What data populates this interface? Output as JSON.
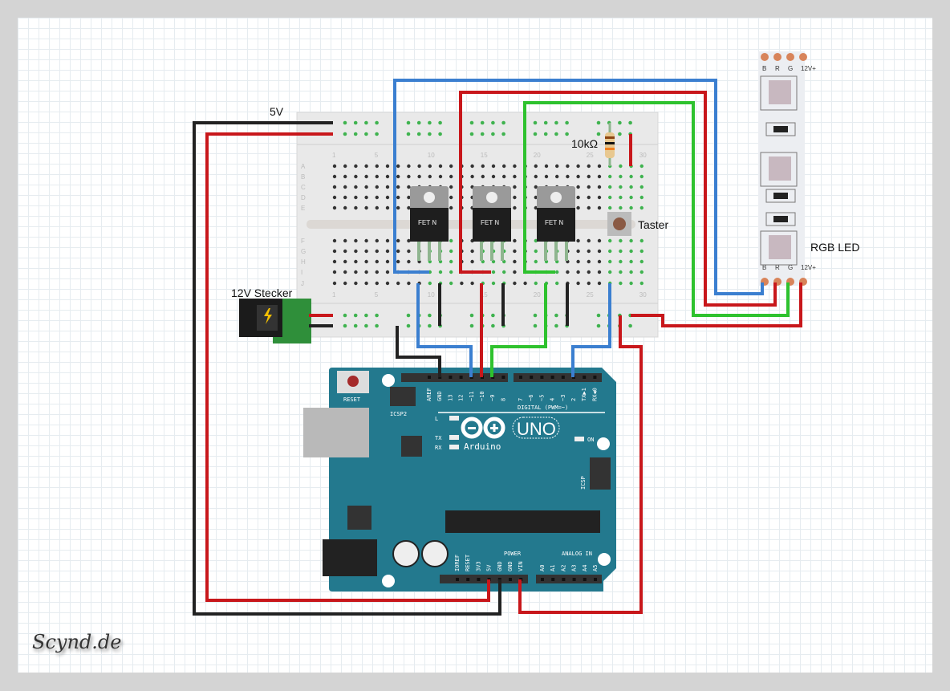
{
  "labels": {
    "five_volt": "5V",
    "jack": "12V Stecker",
    "resistor": "10kΩ",
    "button": "Taster",
    "led": "RGB LED"
  },
  "fets": [
    "FET N",
    "FET N",
    "FET N"
  ],
  "breadboard": {
    "rows_top": [
      "A",
      "B",
      "C",
      "D",
      "E"
    ],
    "rows_bottom": [
      "F",
      "G",
      "H",
      "I",
      "J"
    ],
    "col_numbers": [
      "1",
      "5",
      "10",
      "15",
      "20",
      "25",
      "30"
    ]
  },
  "led_strip": {
    "pads": [
      "B",
      "R",
      "G",
      "12V+"
    ]
  },
  "arduino": {
    "reset": "RESET",
    "icsp2": "ICSP2",
    "icsp": "ICSP",
    "digital_header": [
      "AREF",
      "GND",
      "13",
      "12",
      "~11",
      "~10",
      "~9",
      "8",
      "7",
      "~6",
      "~5",
      "4",
      "~3",
      "2",
      "TX▶1",
      "RX◀0"
    ],
    "digital_label": "DIGITAL (PWM=~)",
    "leds": [
      "L",
      "TX",
      "RX",
      "ON"
    ],
    "brand": "Arduino",
    "model": "UNO",
    "power_header": [
      "IOREF",
      "RESET",
      "3V3",
      "5V",
      "GND",
      "GND",
      "VIN"
    ],
    "power_label": "POWER",
    "analog_header": [
      "A0",
      "A1",
      "A2",
      "A3",
      "A4",
      "A5"
    ],
    "analog_label": "ANALOG IN"
  },
  "watermark": "Scynd.de",
  "colors": {
    "wire_red": "#c8171b",
    "wire_black": "#222222",
    "wire_blue": "#3b7fd0",
    "wire_green": "#2ec22e",
    "board": "#23798e",
    "hole_active": "#3fb34f"
  }
}
